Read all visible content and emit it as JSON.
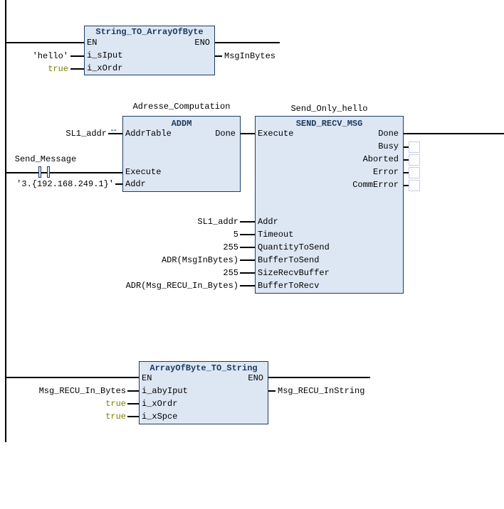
{
  "colors": {
    "block_fill": "#dde7f3",
    "block_border": "#1c3c63",
    "title_text": "#1c3c63",
    "constant_text": "#7f7f00",
    "wire": "#000000",
    "unconnected_box_border": "#c5cde4"
  },
  "contact": {
    "label": "Send_Message"
  },
  "blocks": {
    "b1": {
      "title": "String_TO_ArrayOfByte",
      "en": "EN",
      "eno": "ENO",
      "in1": {
        "value": "'hello'",
        "pin": "i_sIput"
      },
      "in2": {
        "value": "true",
        "pin": "i_xOrdr"
      },
      "out1": {
        "label": "MsgInBytes"
      }
    },
    "b2": {
      "instance_label": "Adresse_Computation",
      "title": "ADDM",
      "inout_marker": "↔",
      "addrtable": {
        "value": "SL1_addr",
        "pin": "AddrTable"
      },
      "done_pin": "Done",
      "execute_pin": "Execute",
      "addr": {
        "value": "'3.{192.168.249.1}'",
        "pin": "Addr"
      }
    },
    "b3": {
      "instance_label": "Send_Only_hello",
      "title": "SEND_RECV_MSG",
      "execute_pin": "Execute",
      "outputs": [
        "Done",
        "Busy",
        "Aborted",
        "Error",
        "CommError"
      ],
      "inputs": [
        {
          "value": "SL1_addr",
          "pin": "Addr"
        },
        {
          "value": "5",
          "pin": "Timeout"
        },
        {
          "value": "255",
          "pin": "QuantityToSend"
        },
        {
          "value": "ADR(MsgInBytes)",
          "pin": "BufferToSend"
        },
        {
          "value": "255",
          "pin": "SizeRecvBuffer"
        },
        {
          "value": "ADR(Msg_RECU_In_Bytes)",
          "pin": "BufferToRecv"
        }
      ]
    },
    "b4": {
      "title": "ArrayOfByte_TO_String",
      "en": "EN",
      "eno": "ENO",
      "in1": {
        "value": "Msg_RECU_In_Bytes",
        "pin": "i_abyIput"
      },
      "in2": {
        "value": "true",
        "pin": "i_xOrdr"
      },
      "in3": {
        "value": "true",
        "pin": "i_xSpce"
      },
      "out1": {
        "label": "Msg_RECU_InString"
      }
    }
  }
}
